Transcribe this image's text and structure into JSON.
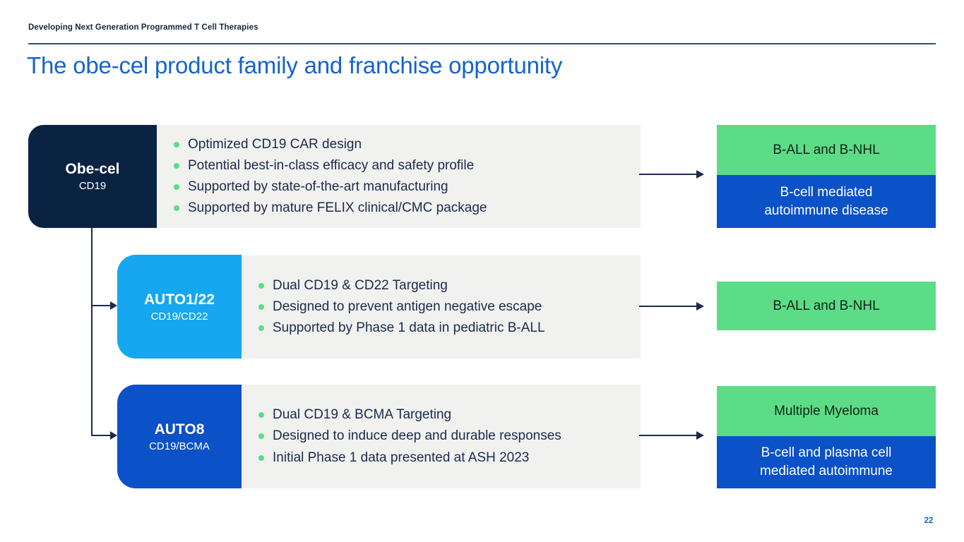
{
  "header": {
    "eyebrow": "Developing Next Generation Programmed T Cell Therapies",
    "title": "The obe-cel product family and franchise opportunity"
  },
  "rows": [
    {
      "product": {
        "name": "Obe-cel",
        "target": "CD19"
      },
      "bullets": [
        "Optimized CD19 CAR design",
        "Potential best-in-class efficacy and safety profile",
        "Supported by state-of-the-art manufacturing",
        "Supported by mature FELIX clinical/CMC package"
      ],
      "indications": [
        {
          "label": "B-ALL and B-NHL",
          "type": "green"
        },
        {
          "label": "B-cell mediated autoimmune disease",
          "type": "blue",
          "lines": [
            "B-cell mediated",
            "autoimmune disease"
          ]
        }
      ]
    },
    {
      "product": {
        "name": "AUTO1/22",
        "target": "CD19/CD22"
      },
      "bullets": [
        "Dual CD19 & CD22 Targeting",
        "Designed to prevent antigen negative escape",
        "Supported by Phase 1 data in pediatric B-ALL"
      ],
      "indications": [
        {
          "label": "B-ALL and B-NHL",
          "type": "green"
        }
      ]
    },
    {
      "product": {
        "name": "AUTO8",
        "target": "CD19/BCMA"
      },
      "bullets": [
        "Dual CD19 & BCMA Targeting",
        "Designed to induce deep and durable responses",
        "Initial Phase 1 data presented at ASH 2023"
      ],
      "indications": [
        {
          "label": "Multiple Myeloma",
          "type": "green"
        },
        {
          "label": "B-cell and plasma cell mediated autoimmune",
          "type": "blue",
          "lines": [
            "B-cell and plasma cell",
            "mediated autoimmune"
          ]
        }
      ]
    }
  ],
  "footer": {
    "page_number": "22"
  },
  "colors": {
    "accent_blue": "#1464c8",
    "navy_box": "#0b2343",
    "sky_box": "#16a7f0",
    "blue_box": "#0b51c7",
    "green_box": "#5cdc86",
    "panel_gray": "#f1f1ef",
    "text_navy": "#1b2b4c"
  }
}
